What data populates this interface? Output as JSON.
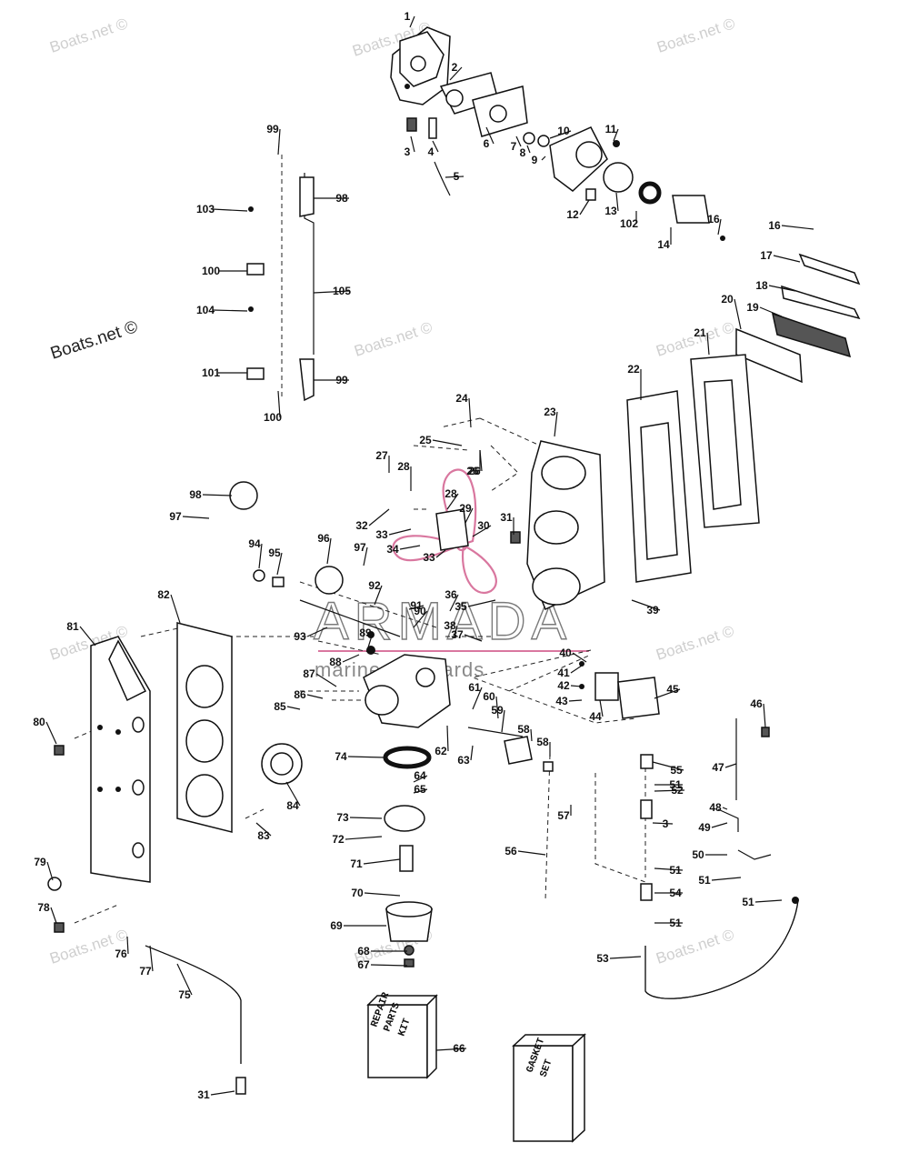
{
  "watermarks": {
    "site": "Boats.net ©",
    "brand": "ARMADA",
    "brand_sub": "marine outboards"
  },
  "kit_labels": {
    "repair_kit": [
      "REPAIR",
      "PARTS",
      "KIT"
    ],
    "gasket_set": [
      "GASKET",
      "SET"
    ]
  },
  "callouts": [
    "1",
    "2",
    "3",
    "4",
    "5",
    "6",
    "7",
    "8",
    "9",
    "10",
    "11",
    "12",
    "13",
    "102",
    "14",
    "16",
    "16",
    "17",
    "18",
    "19",
    "20",
    "21",
    "22",
    "23",
    "24",
    "25",
    "26",
    "27",
    "28",
    "26",
    "28",
    "29",
    "30",
    "31",
    "32",
    "33",
    "34",
    "33",
    "35",
    "36",
    "37",
    "38",
    "39",
    "40",
    "41",
    "42",
    "43",
    "44",
    "45",
    "46",
    "47",
    "48",
    "49",
    "50",
    "51",
    "51",
    "51",
    "51",
    "51",
    "52",
    "53",
    "54",
    "3",
    "55",
    "56",
    "57",
    "58",
    "58",
    "59",
    "60",
    "61",
    "62",
    "63",
    "64",
    "65",
    "66",
    "67",
    "68",
    "69",
    "70",
    "71",
    "72",
    "73",
    "74",
    "31",
    "75",
    "76",
    "77",
    "78",
    "79",
    "80",
    "81",
    "82",
    "83",
    "84",
    "85",
    "86",
    "87",
    "88",
    "89",
    "90",
    "91",
    "92",
    "93",
    "94",
    "95",
    "96",
    "97",
    "97",
    "98",
    "98",
    "99",
    "99",
    "100",
    "100",
    "101",
    "103",
    "104",
    "105"
  ]
}
